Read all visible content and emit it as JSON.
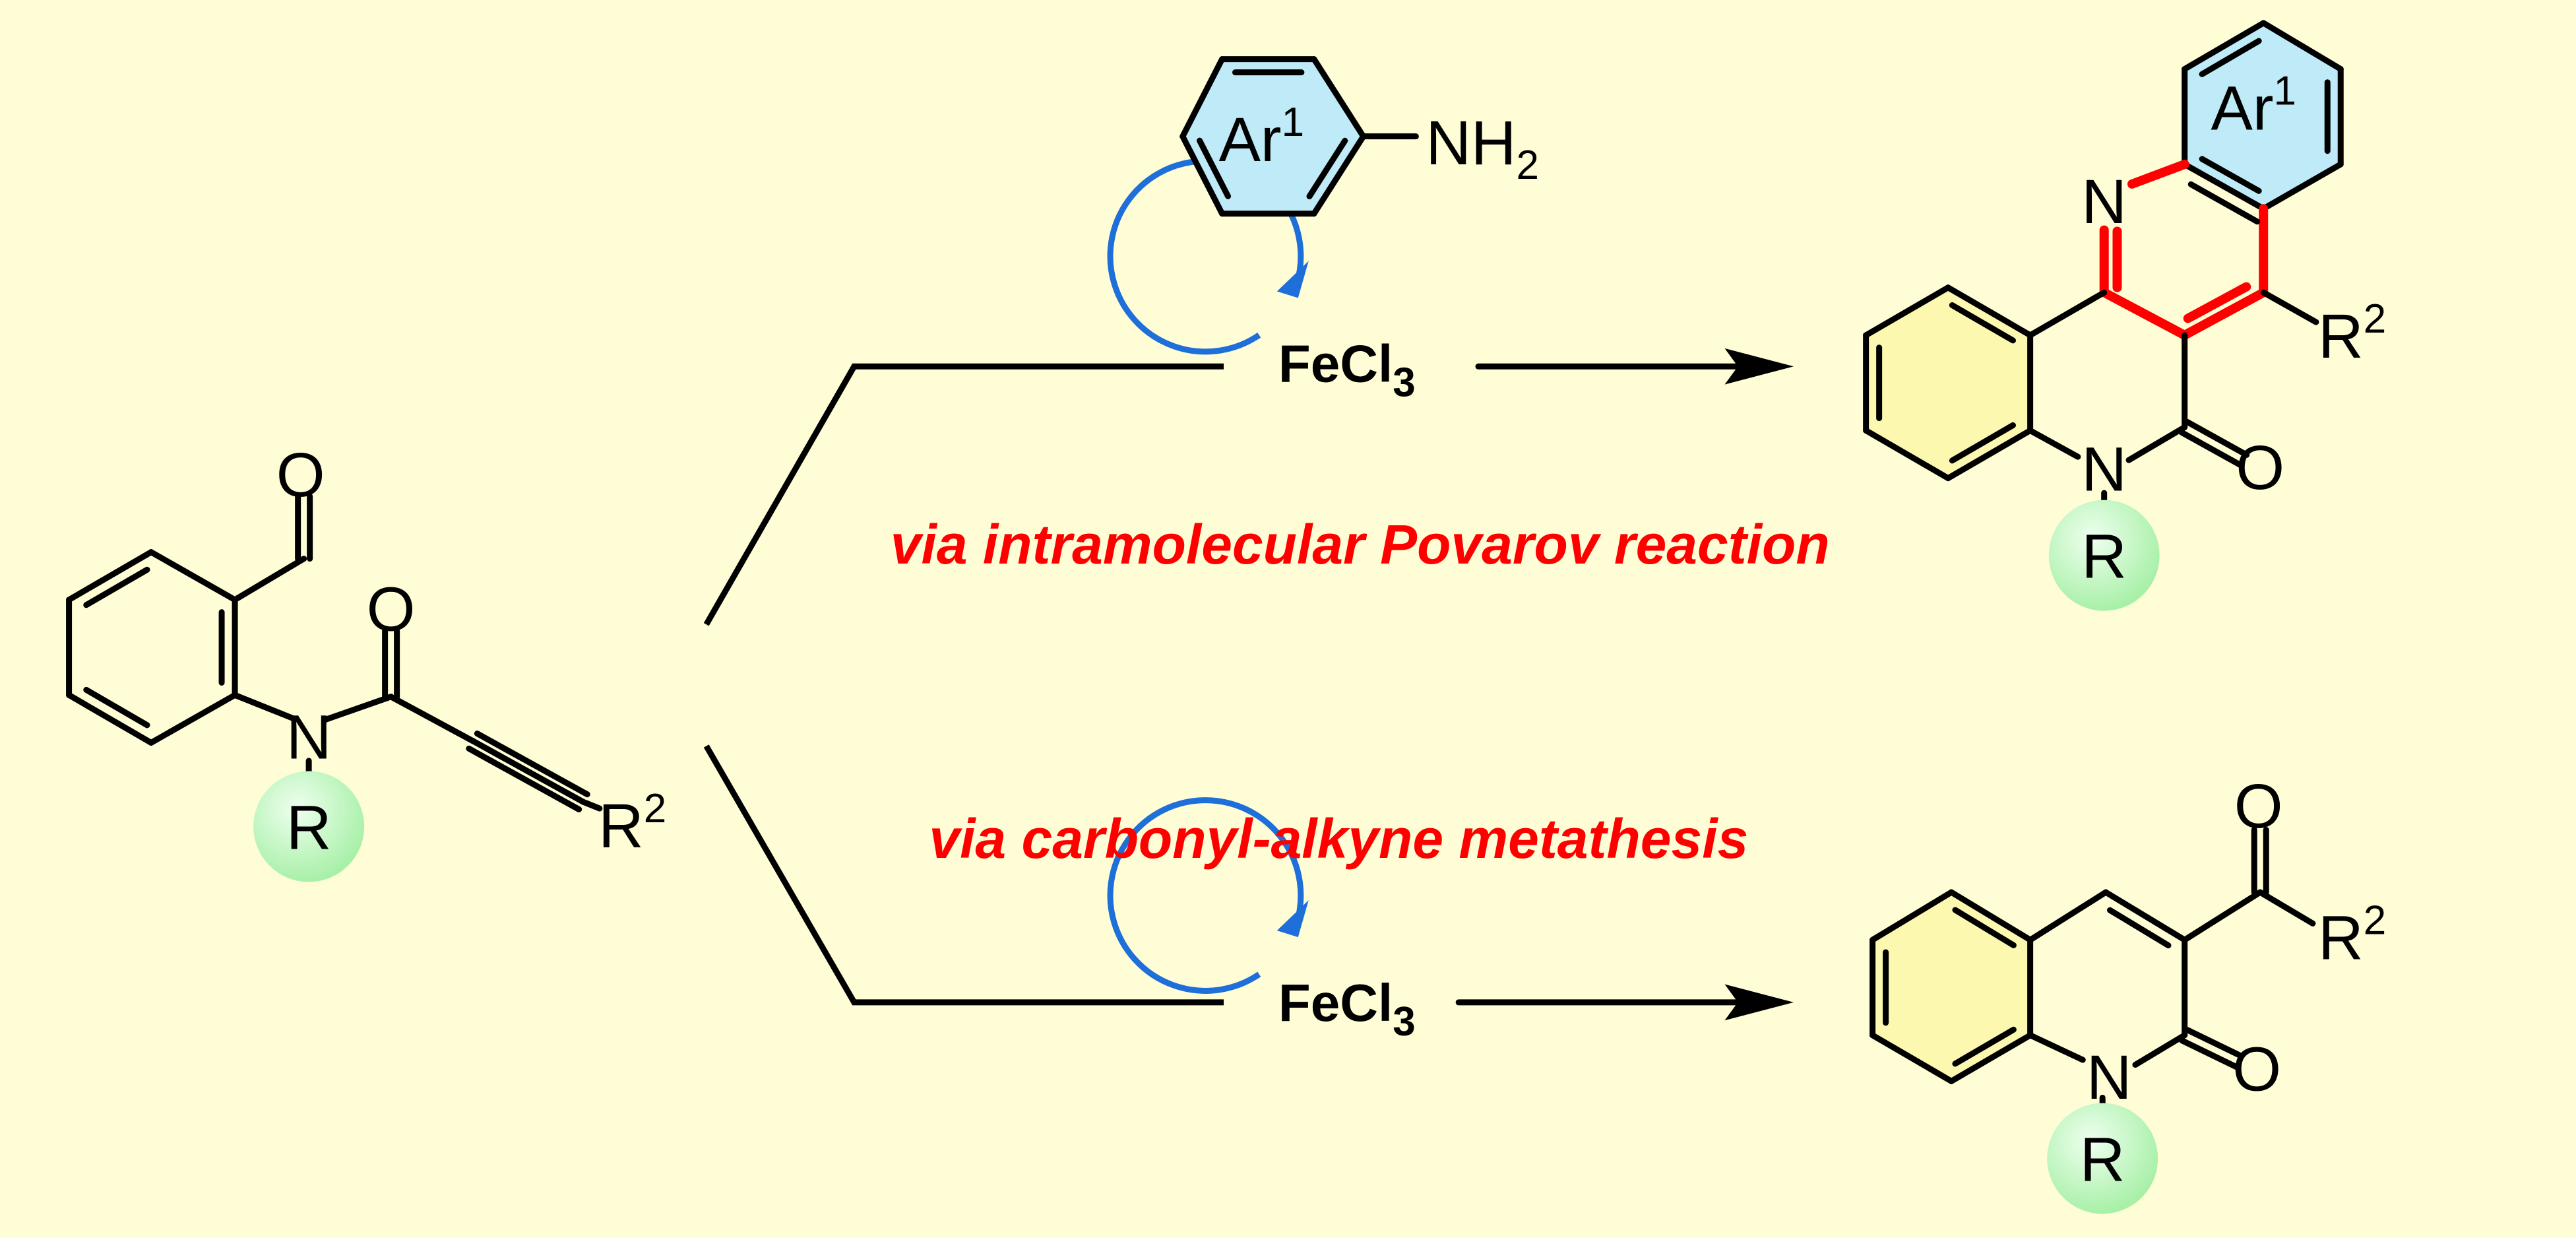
{
  "colors": {
    "background": "#FEFDD6",
    "highlight_bond": "#FF0000",
    "pathway_text": "#FF0000",
    "catalyst_cycle": "#1E6FD9",
    "aryl_ring_fill": "#BFEBF8",
    "benzo_ring_fill": "#FDF8B0",
    "R_group_fill": "#A8F0A8",
    "R_label": "#E07A10",
    "nitrogen_label": "#FF0000"
  },
  "reagent": {
    "ring_label": "Ar",
    "ring_label_sup": "1",
    "amine_label": "NH",
    "amine_sub": "2"
  },
  "catalyst": {
    "label": "FeCl",
    "sub": "3"
  },
  "pathways": {
    "upper": "via intramolecular Povarov reaction",
    "lower": "via carbonyl-alkyne metathesis"
  },
  "start_material": {
    "aldehyde_O": "O",
    "amide_O": "O",
    "nitrogen": "N",
    "r_group": "R",
    "alkyne_sub": "R",
    "alkyne_sub_sup": "2"
  },
  "product_upper": {
    "ring_label": "Ar",
    "ring_label_sup": "1",
    "pyridine_N": "N",
    "substituent": "R",
    "substituent_sup": "2",
    "carbonyl_O": "O",
    "lactam_N": "N",
    "r_group": "R"
  },
  "product_lower": {
    "acyl_O": "O",
    "acyl_sub": "R",
    "acyl_sub_sup": "2",
    "lactam_O": "O",
    "nitrogen": "N",
    "r_group": "R"
  }
}
